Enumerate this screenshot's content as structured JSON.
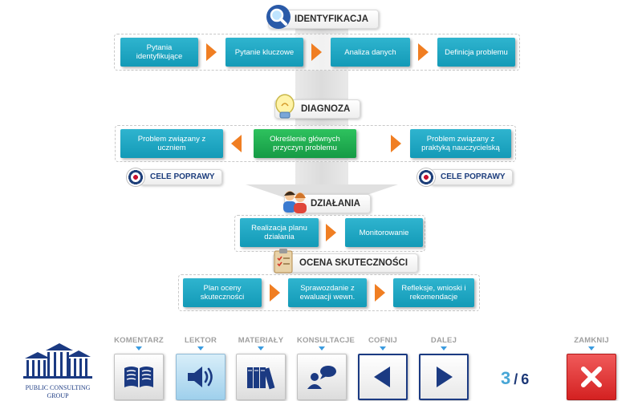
{
  "sections": {
    "identyfikacja": "IDENTYFIKACJA",
    "diagnoza": "DIAGNOZA",
    "dzialania": "DZIAŁANIA",
    "ocena": "OCENA SKUTECZNOŚCI"
  },
  "identyfikacja_steps": [
    "Pytania identyfikujące",
    "Pytanie kluczowe",
    "Analiza danych",
    "Definicja problemu"
  ],
  "diagnoza": {
    "left": "Problem związany z uczniem",
    "center": "Określenie głównych przyczyn problemu",
    "right": "Problem związany z praktyką nauczycielską",
    "goal_left": "CELE POPRAWY",
    "goal_right": "CELE POPRAWY"
  },
  "dzialania_steps": [
    "Realizacja planu działania",
    "Monitorowanie"
  ],
  "ocena_steps": [
    "Plan oceny skuteczności",
    "Sprawozdanie z ewaluacji wewn.",
    "Refleksje, wnioski i rekomendacje"
  ],
  "toolbar": {
    "komentarz": "KOMENTARZ",
    "lektor": "LEKTOR",
    "materialy": "MATERIAŁY",
    "konsultacje": "KONSULTACJE",
    "cofnij": "COFNIJ",
    "dalej": "DALEJ",
    "zamknij": "ZAMKNIJ"
  },
  "pager": {
    "current": "3",
    "separator": "/",
    "total": "6"
  },
  "logo": {
    "line1": "PUBLIC CONSULTING",
    "line2": "GROUP"
  },
  "colors": {
    "step_blue": "#1aa3c0",
    "step_green": "#1fae4f",
    "arrow_orange": "#f07e22",
    "navy": "#1b3a82",
    "close_red": "#d42121"
  },
  "icons": {
    "identyfikacja": "magnifier-icon",
    "diagnoza": "lightbulb-icon",
    "dzialania": "people-icon",
    "ocena": "clipboard-icon"
  }
}
